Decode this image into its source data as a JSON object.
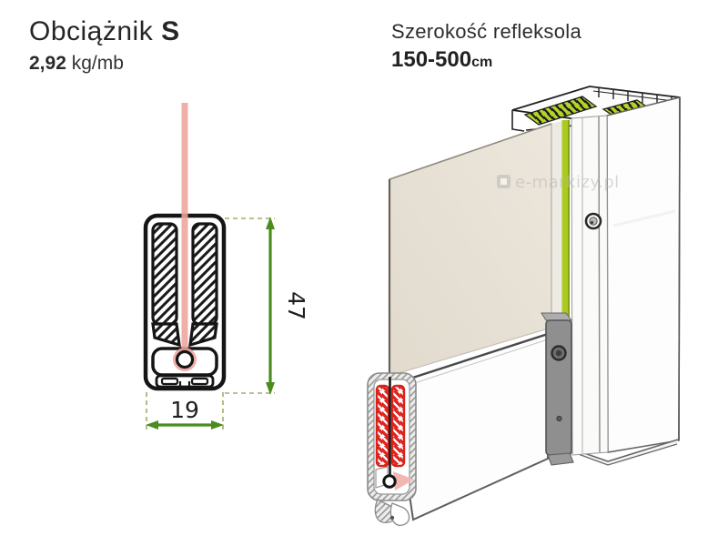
{
  "product": {
    "name": "Obciążnik",
    "variant": "S",
    "weight_value": "2,92",
    "weight_unit": "kg/mb"
  },
  "spec": {
    "label": "Szerokość refleksola",
    "range": "150-500",
    "unit": "cm"
  },
  "dimensions": {
    "height": "47",
    "width": "19"
  },
  "watermark": {
    "text": "e-markizy.pl"
  },
  "colors": {
    "dimension_arrow_green": "#4a8c1e",
    "extension_line_green": "#a2ae66",
    "fabric_pink": "#efa49d",
    "zip_strip_green": "#aac922",
    "red_hatch": "#e0241e",
    "fabric_beige": "#e9e2d6",
    "outline_black": "#151515",
    "connector_gray": "#8f8f8f"
  }
}
